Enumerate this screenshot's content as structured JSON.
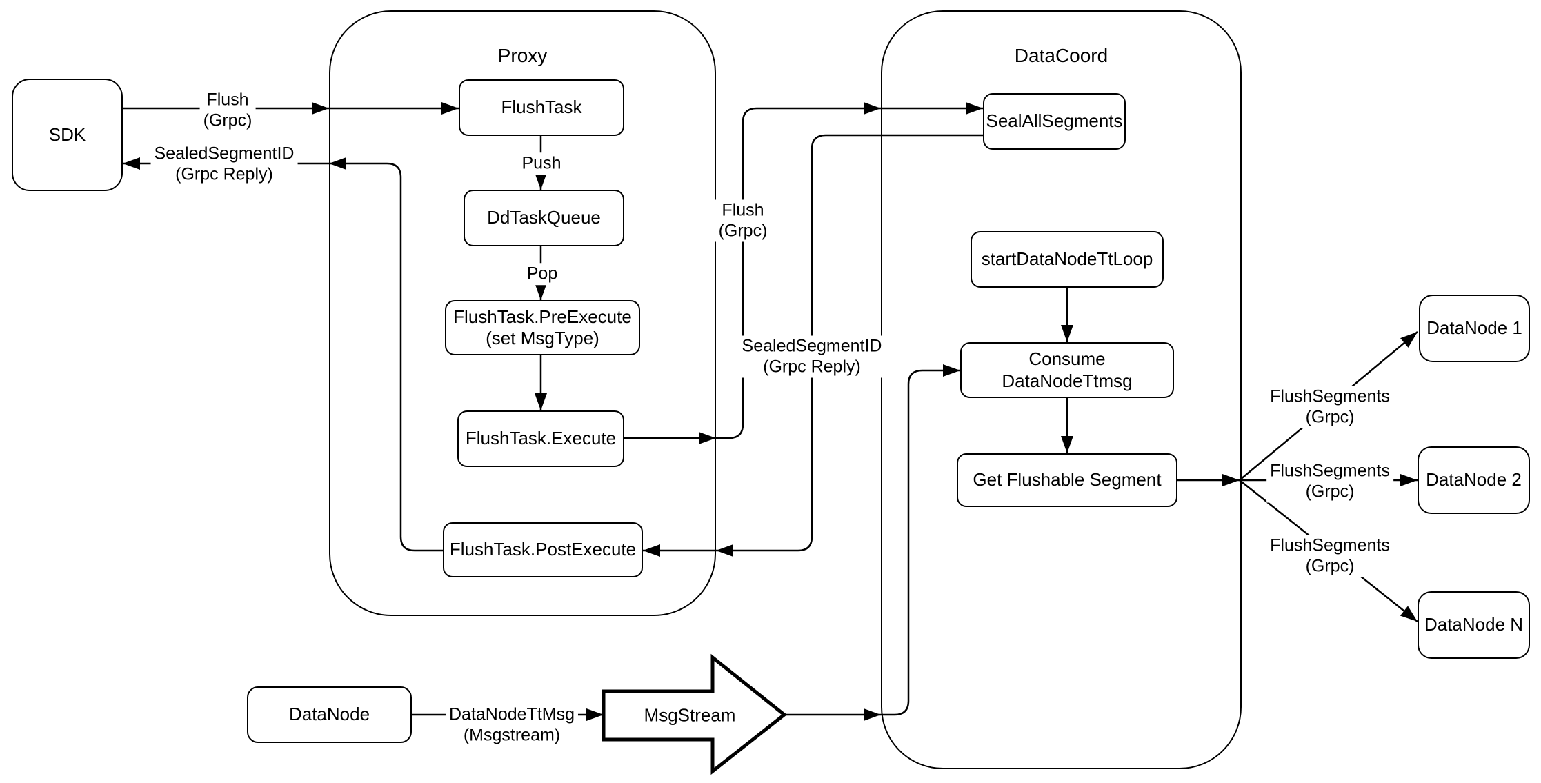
{
  "containers": {
    "proxy": {
      "title": "Proxy"
    },
    "datacoord": {
      "title": "DataCoord"
    }
  },
  "nodes": {
    "sdk": {
      "label": "SDK"
    },
    "flush_task": {
      "label": "FlushTask"
    },
    "dd_task_queue": {
      "label": "DdTaskQueue"
    },
    "flush_task_pre_execute": {
      "label": "FlushTask.PreExecute\n(set MsgType)"
    },
    "flush_task_execute": {
      "label": "FlushTask.Execute"
    },
    "flush_task_post_execute": {
      "label": "FlushTask.PostExecute"
    },
    "seal_all_segments": {
      "label": "SealAllSegments"
    },
    "start_data_node_tt_loop": {
      "label": "startDataNodeTtLoop"
    },
    "consume_data_node_ttmsg": {
      "label": "Consume DataNodeTtmsg"
    },
    "get_flushable_segment": {
      "label": "Get Flushable Segment"
    },
    "data_node_1": {
      "label": "DataNode 1"
    },
    "data_node_2": {
      "label": "DataNode 2"
    },
    "data_node_n": {
      "label": "DataNode N"
    },
    "data_node": {
      "label": "DataNode"
    },
    "msg_stream": {
      "label": "MsgStream"
    }
  },
  "edge_labels": {
    "flush_grpc_sdk": "Flush\n(Grpc)",
    "sealed_segment_id_sdk": "SealedSegmentID\n(Grpc Reply)",
    "push": "Push",
    "pop": "Pop",
    "flush_grpc_mid": "Flush\n(Grpc)",
    "sealed_segment_id_mid": "SealedSegmentID\n(Grpc Reply)",
    "flush_segments_1": "FlushSegments\n(Grpc)",
    "flush_segments_2": "FlushSegments\n(Grpc)",
    "flush_segments_3": "FlushSegments\n(Grpc)",
    "data_node_tt_msg": "DataNodeTtMsg\n(Msgstream)"
  },
  "colors": {
    "stroke": "#000000",
    "background": "#ffffff"
  }
}
